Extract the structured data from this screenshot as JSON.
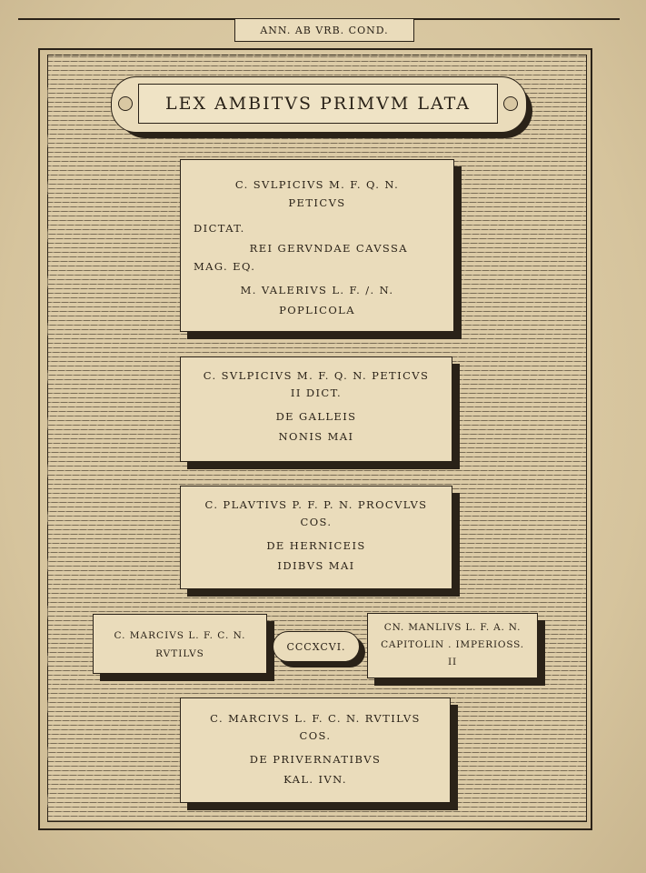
{
  "header": {
    "label": "ANN. AB VRB. COND."
  },
  "title": "LEX AMBITVS PRIMVM LATA",
  "slab1": {
    "line1": "C. SVLPICIVS M. F. Q. N.",
    "line2": "PETICVS",
    "line3": "DICTAT.",
    "line4": "REI GERVNDAE CAVSSA",
    "line5": "MAG. EQ.",
    "line6": "M. VALERIVS L. F. /. N.",
    "line7": "POPLICOLA"
  },
  "slab2": {
    "line1": "C. SVLPICIVS M. F. Q. N. PETICVS",
    "line2": "II DICT.",
    "line3": "DE GALLEIS",
    "line4": "NONIS MAI"
  },
  "slab3": {
    "line1": "C. PLAVTIVS P. F. P. N. PROCVLVS",
    "line2": "COS.",
    "line3": "DE HERNICEIS",
    "line4": "IDIBVS MAI"
  },
  "left_tablet": {
    "line1": "C. MARCIVS L. F. C. N.",
    "line2": "RVTILVS"
  },
  "year": "CCCXCVI.",
  "right_tablet": {
    "line1": "CN. MANLIVS L. F. A. N.",
    "line2": "CAPITOLIN . IMPERIOSS.",
    "line3": "II"
  },
  "slab4": {
    "line1": "C. MARCIVS L. F. C. N. RVTILVS",
    "line2": "COS.",
    "line3": "DE PRIVERNATIBVS",
    "line4": "KAL. IVN."
  }
}
